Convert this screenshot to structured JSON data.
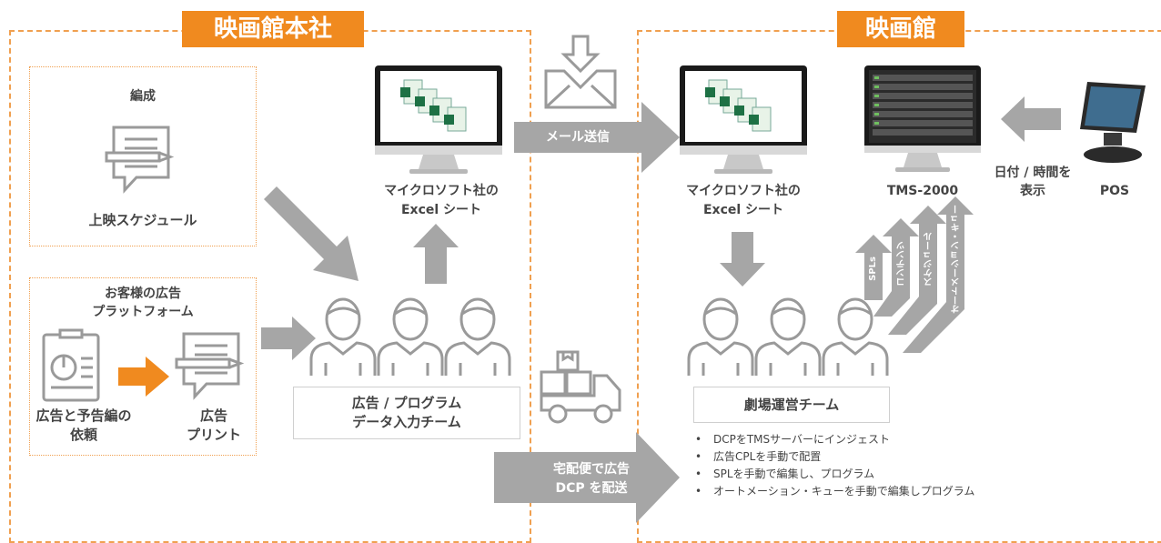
{
  "regions": {
    "hq_title": "映画館本社",
    "theater_title": "映画館"
  },
  "hq": {
    "schedule_box": {
      "heading": "編成",
      "caption": "上映スケジュール"
    },
    "ad_box": {
      "heading_line1": "お客様の広告",
      "heading_line2": "プラットフォーム",
      "request_line1": "広告と予告編の",
      "request_line2": "依頼",
      "print_line1": "広告",
      "print_line2": "プリント"
    },
    "excel_line1": "マイクロソフト社の",
    "excel_line2": "Excel シート",
    "team_line1": "広告 / プログラム",
    "team_line2": "データ入力チーム"
  },
  "transfer": {
    "email_label": "メール送信",
    "courier_line1": "宅配便で広告",
    "courier_line2": "DCP を配送"
  },
  "theater": {
    "excel_line1": "マイクロソフト社の",
    "excel_line2": "Excel シート",
    "tms_label": "TMS-2000",
    "pos_label": "POS",
    "datetime_line1": "日付 / 時間を",
    "datetime_line2": "表示",
    "team_label": "劇場運営チーム",
    "flows": [
      "SPLs",
      "コンテンツ",
      "スケジュール",
      "オートメーション・キュー"
    ],
    "tasks": [
      "DCPをTMSサーバーにインジェスト",
      "広告CPLを手動で配置",
      "SPLを手動で編集し、プログラム",
      "オートメーション・キューを手動で編集しプログラム"
    ]
  },
  "colors": {
    "accent": "#f08a1f",
    "arrow": "#a6a6a6",
    "icon": "#9a9a9a"
  }
}
